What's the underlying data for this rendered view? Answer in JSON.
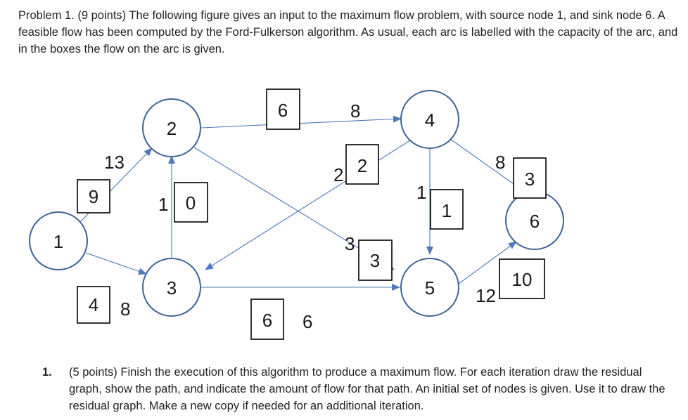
{
  "problem": {
    "text": "Problem 1. (9 points) The following figure gives an input to the maximum flow problem, with source node 1, and sink node 6. A feasible flow has been computed by the Ford-Fulkerson algorithm. As usual, each arc is labelled with the capacity of the arc, and in the boxes the flow on the arc is given."
  },
  "graph": {
    "nodes": [
      "1",
      "2",
      "3",
      "4",
      "5",
      "6"
    ],
    "edges": [
      {
        "from": "1",
        "to": "2",
        "capacity": "13",
        "flow": "9"
      },
      {
        "from": "1",
        "to": "3",
        "capacity": "8",
        "flow": "4"
      },
      {
        "from": "3",
        "to": "2",
        "capacity": "1",
        "flow": "0"
      },
      {
        "from": "2",
        "to": "4",
        "capacity": "8",
        "flow": "6"
      },
      {
        "from": "2",
        "to": "5",
        "capacity": "3",
        "flow": "3"
      },
      {
        "from": "4",
        "to": "3",
        "capacity": "2",
        "flow": "2"
      },
      {
        "from": "3",
        "to": "5",
        "capacity": "6",
        "flow": "6"
      },
      {
        "from": "4",
        "to": "5",
        "capacity": "1",
        "flow": "1"
      },
      {
        "from": "4",
        "to": "6",
        "capacity": "8",
        "flow": "3"
      },
      {
        "from": "5",
        "to": "6",
        "capacity": "12",
        "flow": "10"
      }
    ]
  },
  "question": {
    "number": "1.",
    "text": "(5 points) Finish the execution of this algorithm to produce a maximum flow.  For each iteration draw the residual graph, show the path, and indicate the amount of flow for that path.  An initial set of nodes is given.  Use it to draw the residual graph.  Make a new copy if needed for an additional iteration."
  },
  "colors": {
    "edge": "#4f79b8",
    "node_stroke": "#3f6395",
    "box_stroke": "#000000"
  }
}
